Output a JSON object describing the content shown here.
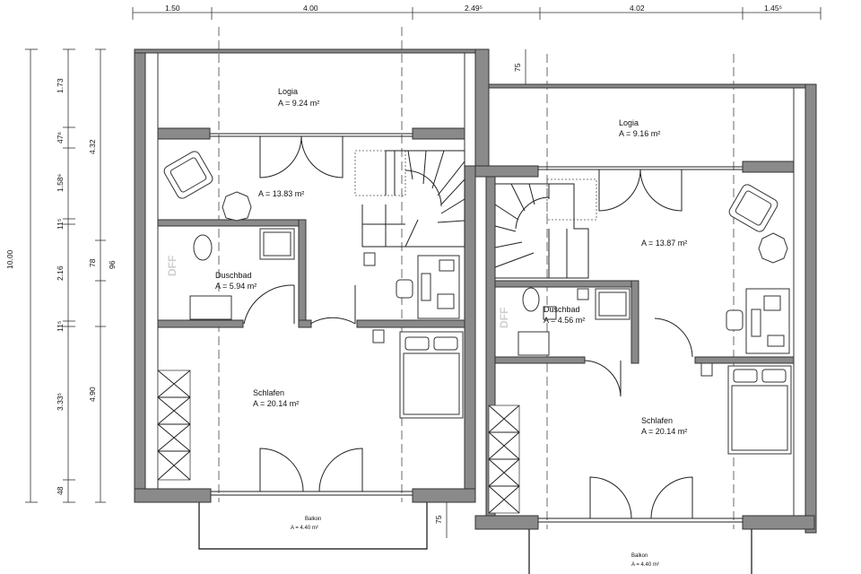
{
  "dimensions_top": [
    "1.50",
    "4.00",
    "2.49⁵",
    "4.02",
    "1.45⁵"
  ],
  "dimensions_left_outer": [
    "10.00"
  ],
  "dimensions_left_mid": [
    "1.73",
    "47⁶",
    "1.58⁹",
    "11⁵",
    "2.16",
    "11⁵",
    "3.33⁵",
    "48"
  ],
  "dimensions_left_inner": [
    "4.32",
    "78",
    "96",
    "4.90"
  ],
  "dim_75_top": "75",
  "dim_75_bottom": "75",
  "rooms": {
    "logia_left": {
      "name": "Logia",
      "area": "A = 9.24 m²"
    },
    "logia_right": {
      "name": "Logia",
      "area": "A = 9.16 m²"
    },
    "living_left": {
      "area": "A = 13.83 m²"
    },
    "living_right": {
      "area": "A = 13.87 m²"
    },
    "bath_left": {
      "name": "Duschbad",
      "area": "A = 5.94 m²"
    },
    "bath_right": {
      "name": "Duschbad",
      "area": "A = 4.56 m²"
    },
    "bed_left": {
      "name": "Schlafen",
      "area": "A = 20.14 m²"
    },
    "bed_right": {
      "name": "Schlafen",
      "area": "A = 20.14 m²"
    },
    "balcony_left": {
      "name": "Balkon",
      "area": "A = 4.40 m²"
    },
    "balcony_right": {
      "name": "Balkon",
      "area": "A = 4.40 m²"
    }
  },
  "dff_label": "DFF"
}
